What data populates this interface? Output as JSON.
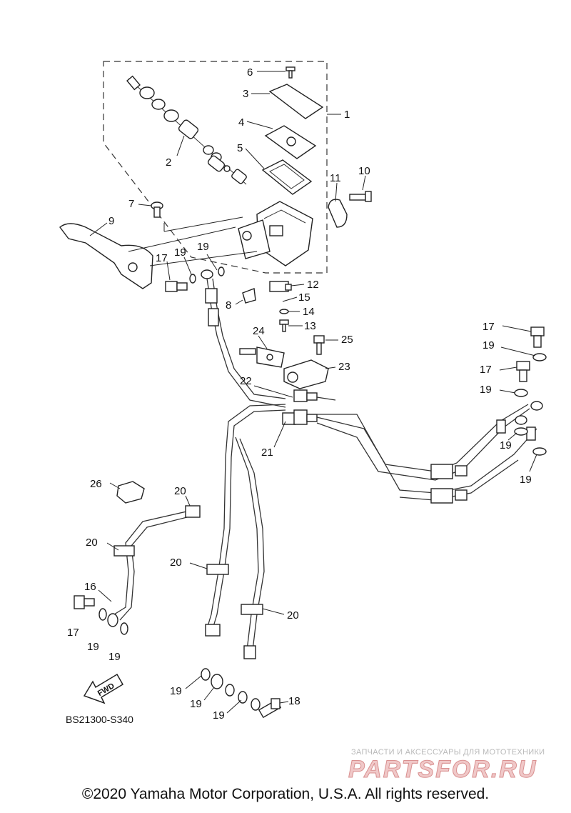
{
  "callouts": [
    {
      "id": "c1",
      "label": "1"
    },
    {
      "id": "c2",
      "label": "2"
    },
    {
      "id": "c3",
      "label": "3"
    },
    {
      "id": "c4",
      "label": "4"
    },
    {
      "id": "c5",
      "label": "5"
    },
    {
      "id": "c6",
      "label": "6"
    },
    {
      "id": "c7",
      "label": "7"
    },
    {
      "id": "c8",
      "label": "8"
    },
    {
      "id": "c9",
      "label": "9"
    },
    {
      "id": "c10",
      "label": "10"
    },
    {
      "id": "c11",
      "label": "11"
    },
    {
      "id": "c12",
      "label": "12"
    },
    {
      "id": "c13",
      "label": "13"
    },
    {
      "id": "c14",
      "label": "14"
    },
    {
      "id": "c15",
      "label": "15"
    },
    {
      "id": "c16",
      "label": "16"
    },
    {
      "id": "c17a",
      "label": "17"
    },
    {
      "id": "c17b",
      "label": "17"
    },
    {
      "id": "c17c",
      "label": "17"
    },
    {
      "id": "c17d",
      "label": "17"
    },
    {
      "id": "c18",
      "label": "18"
    },
    {
      "id": "c19a",
      "label": "19"
    },
    {
      "id": "c19b",
      "label": "19"
    },
    {
      "id": "c19c",
      "label": "19"
    },
    {
      "id": "c19d",
      "label": "19"
    },
    {
      "id": "c19e",
      "label": "19"
    },
    {
      "id": "c19f",
      "label": "19"
    },
    {
      "id": "c19g",
      "label": "19"
    },
    {
      "id": "c19h",
      "label": "19"
    },
    {
      "id": "c19i",
      "label": "19"
    },
    {
      "id": "c19j",
      "label": "19"
    },
    {
      "id": "c19k",
      "label": "19"
    },
    {
      "id": "c19l",
      "label": "19"
    },
    {
      "id": "c20a",
      "label": "20"
    },
    {
      "id": "c20b",
      "label": "20"
    },
    {
      "id": "c20c",
      "label": "20"
    },
    {
      "id": "c20d",
      "label": "20"
    },
    {
      "id": "c21",
      "label": "21"
    },
    {
      "id": "c22",
      "label": "22"
    },
    {
      "id": "c23",
      "label": "23"
    },
    {
      "id": "c24",
      "label": "24"
    },
    {
      "id": "c25",
      "label": "25"
    },
    {
      "id": "c26",
      "label": "26"
    }
  ],
  "fwd_label": "FWD",
  "diagram_code": "BS21300-S340",
  "watermark_tagline": "ЗАПЧАСТИ И АКСЕССУАРЫ ДЛЯ МОТОТЕХНИКИ",
  "watermark_logo": "PARTSFOR.RU",
  "copyright": "©2020 Yamaha Motor Corporation, U.S.A. All rights reserved."
}
